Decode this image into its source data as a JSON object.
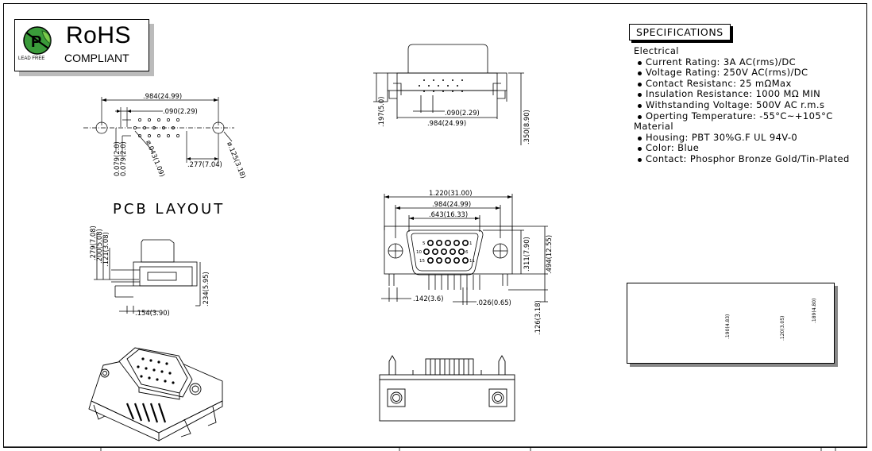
{
  "rohs": {
    "title": "RoHS",
    "subtitle": "COMPLIANT",
    "lead_free": "LEAD FREE",
    "logo_letter": "P"
  },
  "specifications": {
    "title": "SPECIFICATIONS",
    "electrical_heading": "Electrical",
    "electrical": [
      "Current Rating: 3A AC(rms)/DC",
      "Voltage Rating: 250V AC(rms)/DC",
      "Contact Resistanc: 25 mΩMax",
      "Insulation Resistance: 1000 MΩ MIN",
      "Withstanding Voltage: 500V AC r.m.s",
      "Operting Temperature: -55°C~+105°C"
    ],
    "material_heading": "Material",
    "material": [
      "Housing: PBT 30%G.F UL 94V-0",
      "Color: Blue",
      "Contact: Phosphor Bronze Gold/Tin-Plated"
    ]
  },
  "pcb_layout": {
    "title": "PCB LAYOUT",
    "dims": {
      "overall": ".984(24.99)",
      "pitch": ".090(2.29)",
      "row_a": "0.079(2.0)",
      "row_b": "0.079(2.0)",
      "pin_hole": "ø.043(1.09)",
      "mount_hole": "ø.125(3.18)",
      "offset": ".277(7.04)"
    }
  },
  "top_view": {
    "dims": {
      "height": ".197(5.0)",
      "pitch": ".090(2.29)",
      "overall": ".984(24.99)",
      "depth": ".350(8.90)"
    }
  },
  "side_view": {
    "dims": {
      "h1": ".279(7.08)",
      "h2": ".200(5.08)",
      "h3": ".121(3.08)",
      "h4": ".234(5.95)",
      "depth": ".154(3.90)"
    }
  },
  "front_view": {
    "dims": {
      "flange": "1.220(31.00)",
      "hole_span": ".984(24.99)",
      "shell": ".643(16.33)",
      "shell_height": ".311(7.90)",
      "flange_height": ".494(12.55)",
      "offset": ".142(3.6)",
      "pin": ".026(0.65)",
      "tail": ".126(3.18)"
    },
    "pin_labels": [
      "5",
      "1",
      "10",
      "6",
      "15",
      "11"
    ]
  },
  "hardware": {
    "dims": [
      ".190(4.83)",
      ".120(3.05)",
      ".189(4.80)"
    ]
  }
}
